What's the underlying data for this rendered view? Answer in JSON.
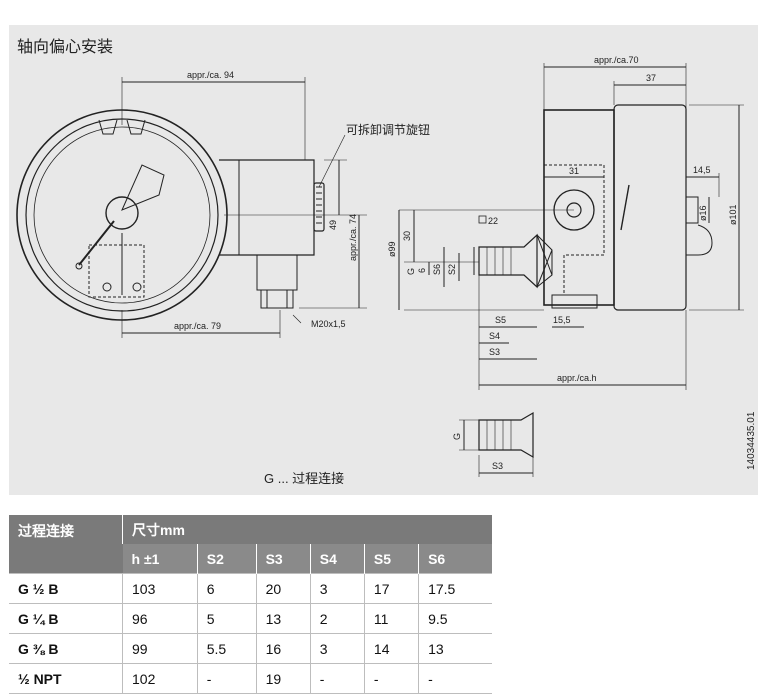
{
  "drawing": {
    "caption": "轴向偏心安装",
    "callout": "可拆卸调节旋钮",
    "legend": "G ... 过程连接",
    "drawing_number": "14034435.01",
    "dims": {
      "appr94": "appr./ca. 94",
      "appr79": "appr./ca. 79",
      "appr74": "appr./ca. 74",
      "d49": "49",
      "m20": "M20x1,5",
      "phi99": "ø99",
      "d30": "30",
      "d6": "6",
      "G": "G",
      "S6": "S6",
      "S2": "S2",
      "sq22": "22",
      "d31": "31",
      "appr70": "appr./ca.70",
      "d37": "37",
      "d14_5": "14,5",
      "phi16": "ø16",
      "phi101": "ø101",
      "S5": "S5",
      "d15_5": "15,5",
      "S4": "S4",
      "S3": "S3",
      "apprh": "appr./ca.h",
      "G2": "G",
      "S3b": "S3"
    }
  },
  "table": {
    "head_left": "过程连接",
    "head_right": "尺寸mm",
    "cols": [
      "h ±1",
      "S2",
      "S3",
      "S4",
      "S5",
      "S6"
    ],
    "rows": [
      {
        "conn": "G ½ B",
        "vals": [
          "103",
          "6",
          "20",
          "3",
          "17",
          "17.5"
        ]
      },
      {
        "conn": "G ¼ B",
        "vals": [
          "96",
          "5",
          "13",
          "2",
          "11",
          "9.5"
        ]
      },
      {
        "conn": "G ⅜ B",
        "vals": [
          "99",
          "5.5",
          "16",
          "3",
          "14",
          "13"
        ]
      },
      {
        "conn": "½ NPT",
        "vals": [
          "102",
          "-",
          "19",
          "-",
          "-",
          "-"
        ]
      }
    ]
  }
}
